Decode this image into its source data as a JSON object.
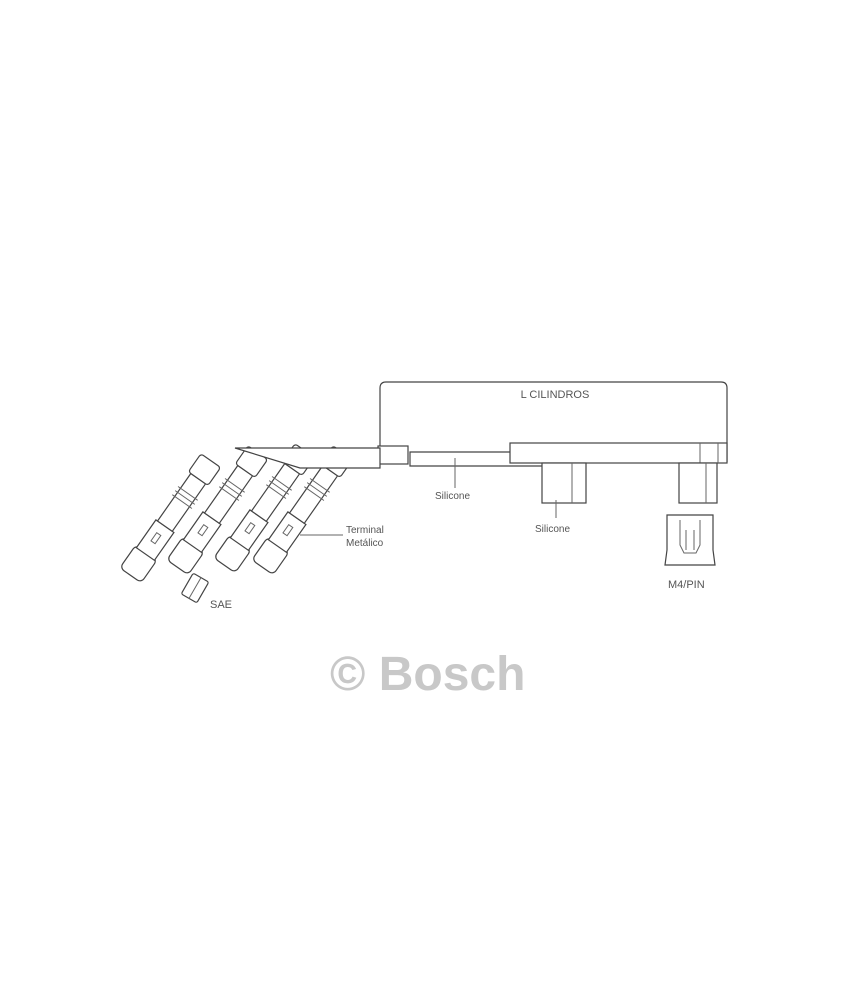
{
  "diagram": {
    "title": "L  CILINDROS",
    "labels": {
      "silicone_cable": "Silicone",
      "silicone_boot": "Silicone",
      "terminal_line1": "Terminal",
      "terminal_line2": "Metálico",
      "sae": "SAE",
      "m4_pin": "M4/PIN"
    },
    "watermark": "© Bosch",
    "colors": {
      "line": "#444444",
      "label": "#555555",
      "watermark": "#c8c8c8"
    }
  }
}
